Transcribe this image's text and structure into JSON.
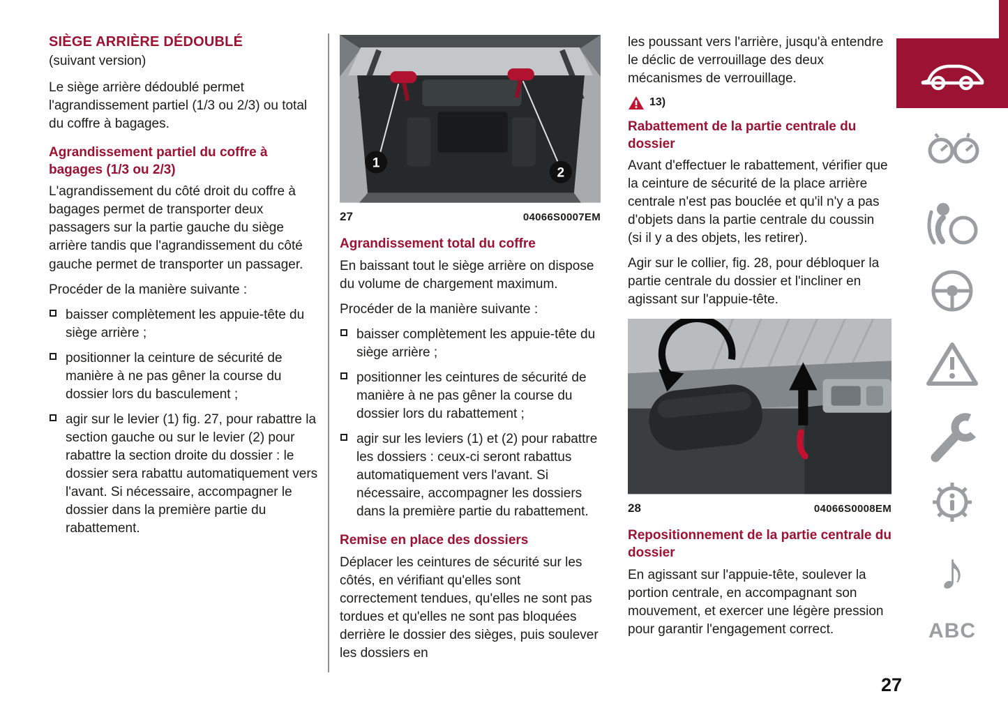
{
  "colors": {
    "accent": "#9c1233",
    "icon_gray": "#9b9ea1"
  },
  "page": {
    "number": "27"
  },
  "left": {
    "title": "SIÈGE ARRIÈRE DÉDOUBLÉ",
    "subtitle": "(suivant version)",
    "intro": "Le siège arrière dédoublé permet l'agrandissement partiel (1/3 ou 2/3) ou total du coffre à bagages.",
    "section_partiel": {
      "heading": "Agrandissement partiel du coffre à bagages (1/3 ou 2/3)",
      "p1": "L'agrandissement du côté droit du coffre à bagages permet de transporter deux passagers sur la partie gauche du siège arrière tandis que l'agrandissement du côté gauche permet de transporter un passager.",
      "p2": "Procéder de la manière suivante :",
      "bullets": [
        "baisser complètement les appuie-tête du siège arrière ;",
        "positionner la ceinture de sécurité de manière à ne pas gêner la course du dossier lors du basculement ;",
        "agir sur le levier (1) fig. 27, pour rabattre la section gauche ou sur le levier (2) pour rabattre la section droite du dossier : le dossier sera rabattu automatiquement vers l'avant. Si nécessaire, accompagner le dossier dans la première partie du rabattement."
      ]
    }
  },
  "middle": {
    "figure27": {
      "number": "27",
      "code": "04066S0007EM",
      "callout1": "1",
      "callout2": "2"
    },
    "section_total": {
      "heading": "Agrandissement total du coffre",
      "p1": "En baissant tout le siège arrière on dispose du volume de chargement maximum.",
      "p2": "Procéder de la manière suivante :",
      "bullets": [
        "baisser complètement les appuie-tête du siège arrière ;",
        "positionner les ceintures de sécurité de manière à ne pas gêner la course du dossier lors du rabattement ;",
        "agir sur les leviers (1) et (2) pour rabattre les dossiers : ceux-ci seront rabattus automatiquement vers l'avant. Si nécessaire, accompagner les dossiers dans la première partie du rabattement."
      ]
    },
    "section_remise": {
      "heading": "Remise en place des dossiers",
      "p1": "Déplacer les ceintures de sécurité sur les côtés, en vérifiant qu'elles sont correctement tendues, qu'elles ne sont pas tordues et qu'elles ne sont pas bloquées derrière le dossier des sièges, puis soulever les dossiers en"
    }
  },
  "right": {
    "continuation": "les poussant vers l'arrière, jusqu'à entendre le déclic de verrouillage des deux mécanismes de verrouillage.",
    "warning_ref": "13)",
    "section_rabattement": {
      "heading": "Rabattement de la partie centrale du dossier",
      "p1": "Avant d'effectuer le rabattement, vérifier que la ceinture de sécurité de la place arrière centrale n'est pas bouclée et qu'il n'y a pas d'objets dans la partie centrale du coussin (si il y a des objets, les retirer).",
      "p2": "Agir sur le collier, fig. 28, pour débloquer la partie centrale du dossier et l'incliner en agissant sur l'appuie-tête."
    },
    "figure28": {
      "number": "28",
      "code": "04066S0008EM"
    },
    "section_repositionnement": {
      "heading": "Repositionnement de la partie centrale du dossier",
      "p1": "En agissant sur l'appuie-tête, soulever la portion centrale, en accompagnant son mouvement, et exercer une légère pression pour garantir l'engagement correct."
    }
  },
  "sidebar": {
    "abc_label": "ABC",
    "music_note_glyph": "♪",
    "icons": [
      "car",
      "dashboard",
      "airbag",
      "steering-wheel",
      "warning-triangle",
      "wrench",
      "info-gear",
      "music-note",
      "abc"
    ]
  }
}
